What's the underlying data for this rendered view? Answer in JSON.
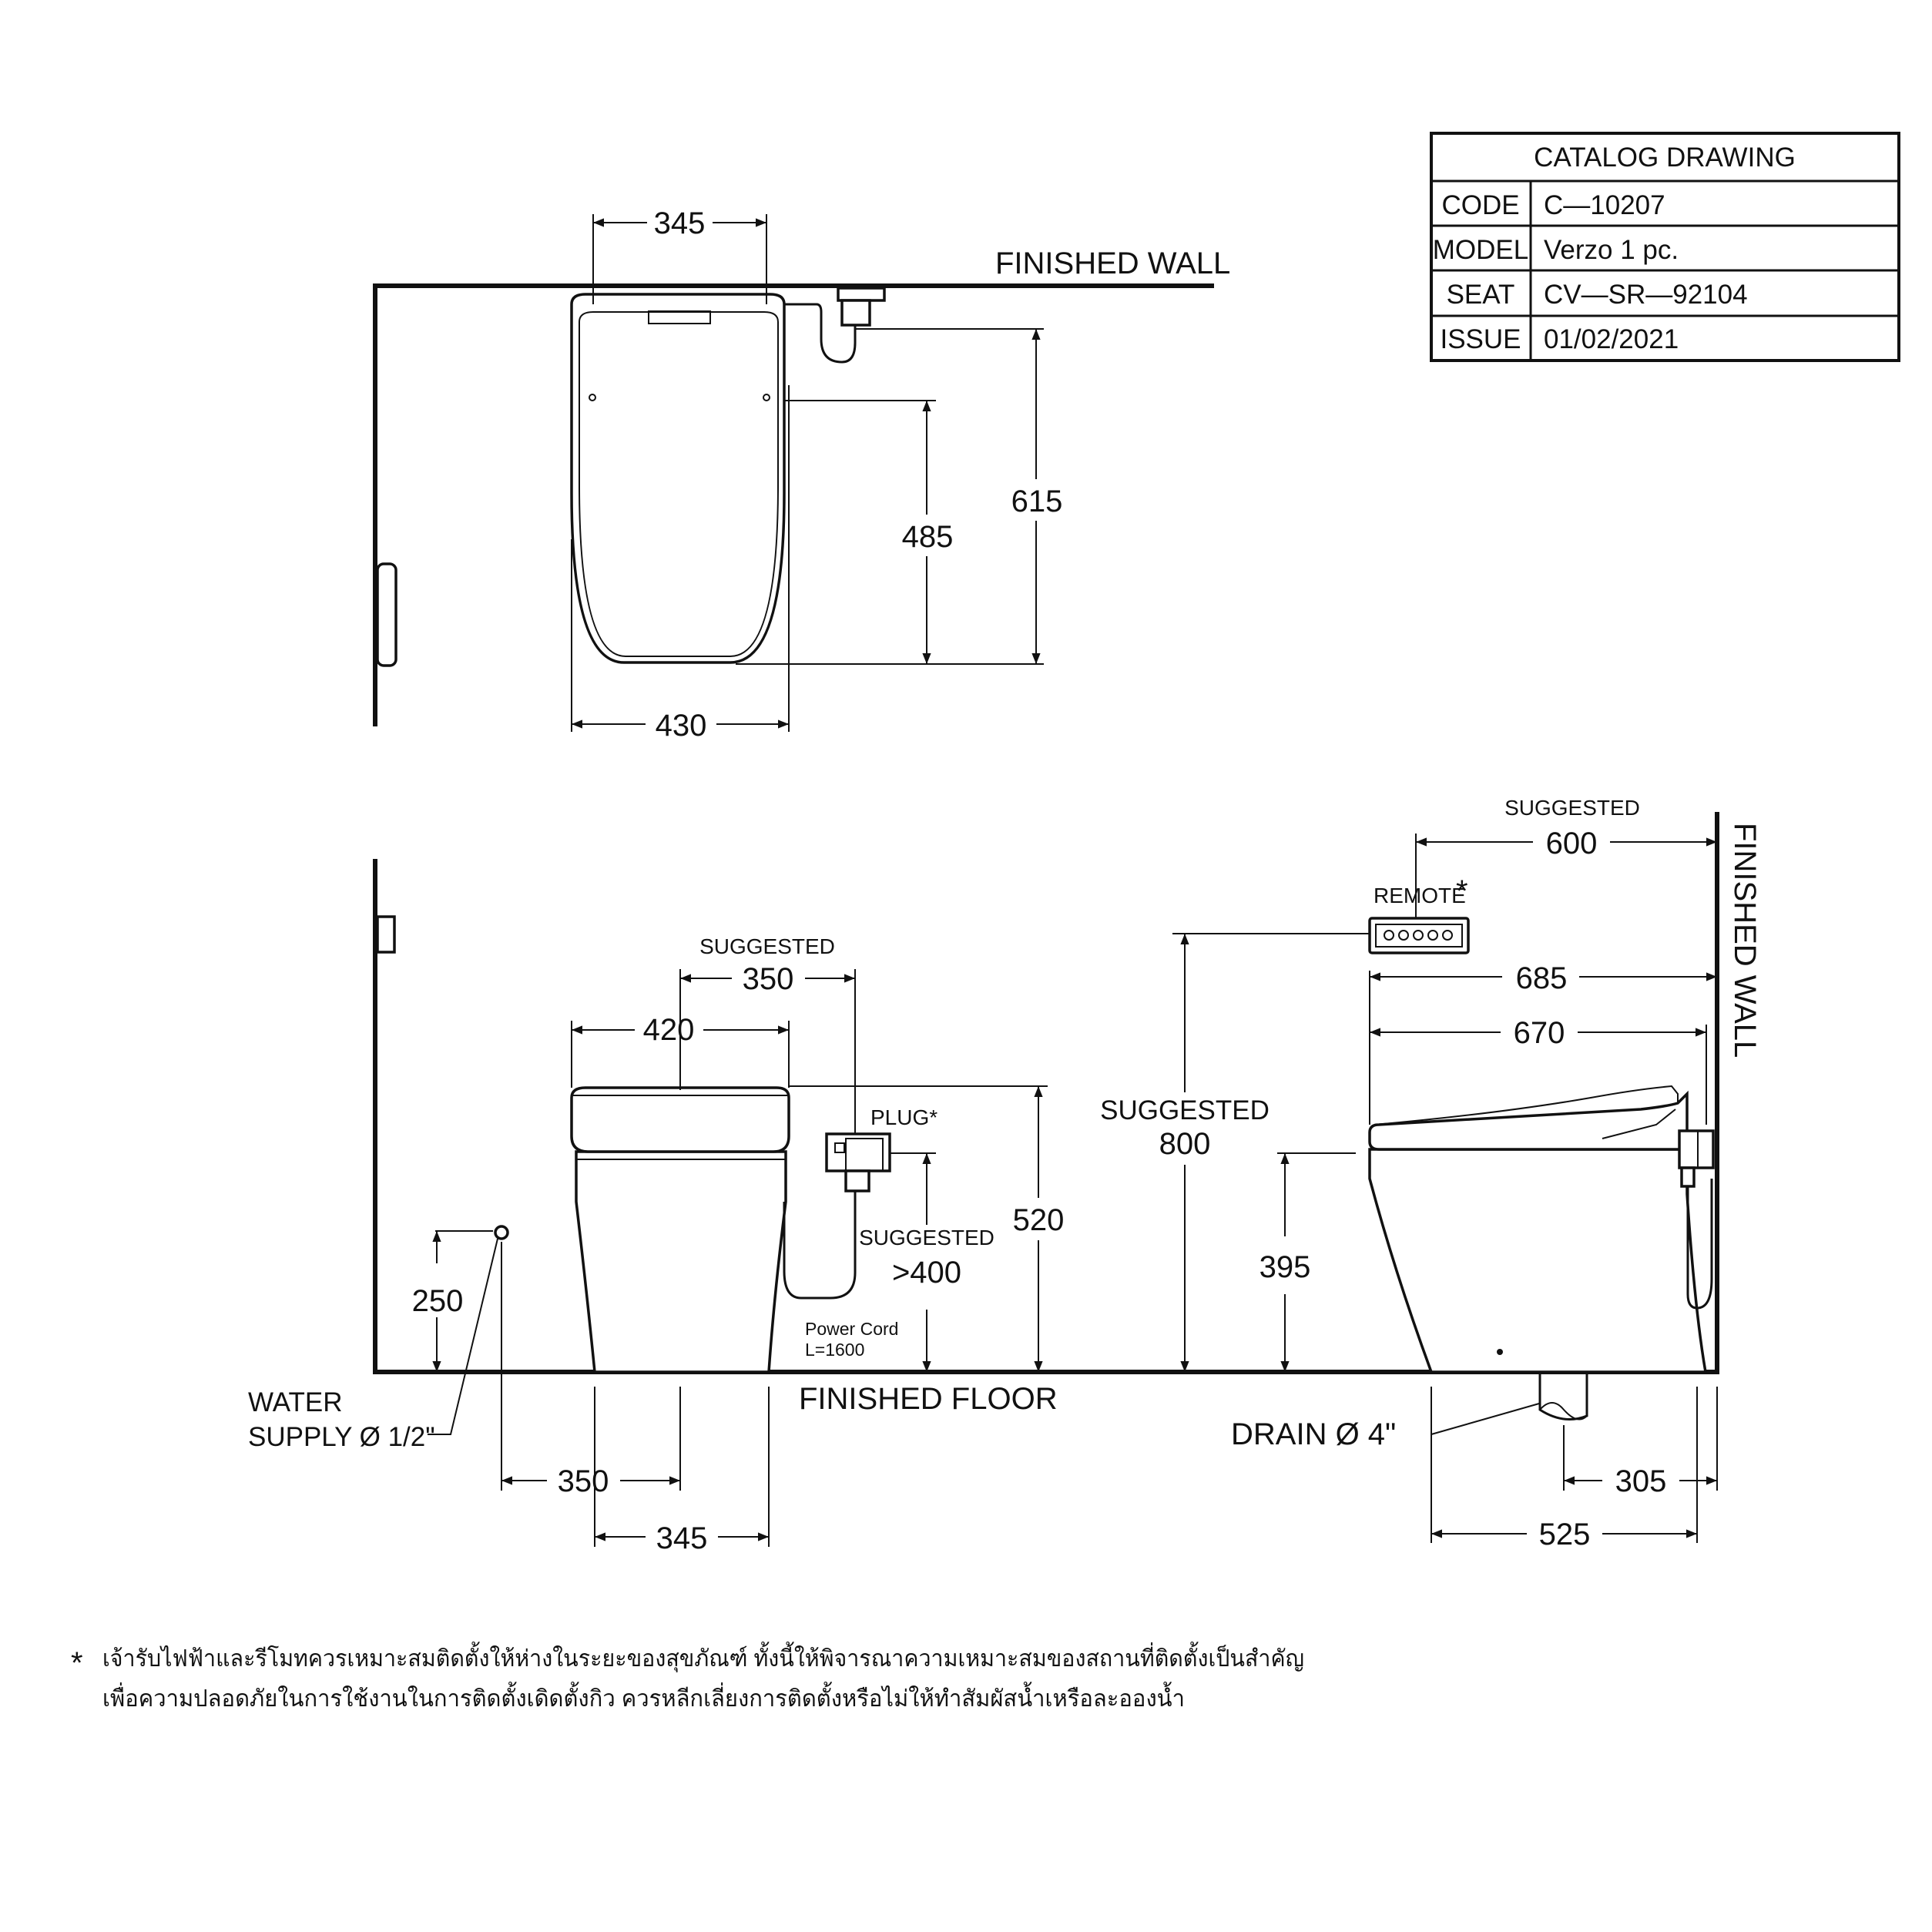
{
  "title_block": {
    "header": "CATALOG  DRAWING",
    "rows": [
      {
        "label": "CODE",
        "value": "C—10207"
      },
      {
        "label": "MODEL",
        "value": "Verzo  1  pc."
      },
      {
        "label": "SEAT",
        "value": "CV—SR—92104"
      },
      {
        "label": "ISSUE",
        "value": "01/02/2021"
      }
    ]
  },
  "top_view": {
    "finished_wall": "FINISHED WALL",
    "dim_345": "345",
    "dim_430": "430",
    "dim_485": "485",
    "dim_615": "615"
  },
  "front_view": {
    "suggested_label": "SUGGESTED",
    "dim_350_top": "350",
    "dim_420": "420",
    "plug_label": "PLUG*",
    "suggested_label_2": "SUGGESTED",
    "dim_400": ">400",
    "dim_520": "520",
    "dim_250": "250",
    "power_cord_1": "Power  Cord",
    "power_cord_2": "L=1600",
    "finished_floor": "FINISHED FLOOR",
    "water_supply_1": "WATER",
    "water_supply_2": "SUPPLY Ø 1/2\"",
    "dim_350_bottom": "350",
    "dim_345_bottom": "345"
  },
  "side_view": {
    "suggested_label": "SUGGESTED",
    "dim_600": "600",
    "remote_label": "REMOTE",
    "remote_star": "*",
    "finished_wall": "FINISHED WALL",
    "dim_685": "685",
    "dim_670": "670",
    "suggested_label_2": "SUGGESTED",
    "dim_800": "800",
    "dim_395": "395",
    "drain": "DRAIN Ø 4\"",
    "dim_305": "305",
    "dim_525": "525"
  },
  "footnote": {
    "star": "*",
    "line1": "เจ้ารับไฟฟ้าและรีโมทควรเหมาะสมติดตั้งให้ห่างในระยะของสุขภัณฑ์ ทั้งนี้ให้พิจารณาความเหมาะสมของสถานที่ติดตั้งเป็นสำคัญ",
    "line2": "เพื่อความปลอดภัยในการใช้งานในการติดตั้งเดิดตั้งกิว ควรหลีกเลี่ยงการติดตั้งหรือไม่ให้ทำสัมผัสน้ำเหรือละอองน้ำ"
  }
}
